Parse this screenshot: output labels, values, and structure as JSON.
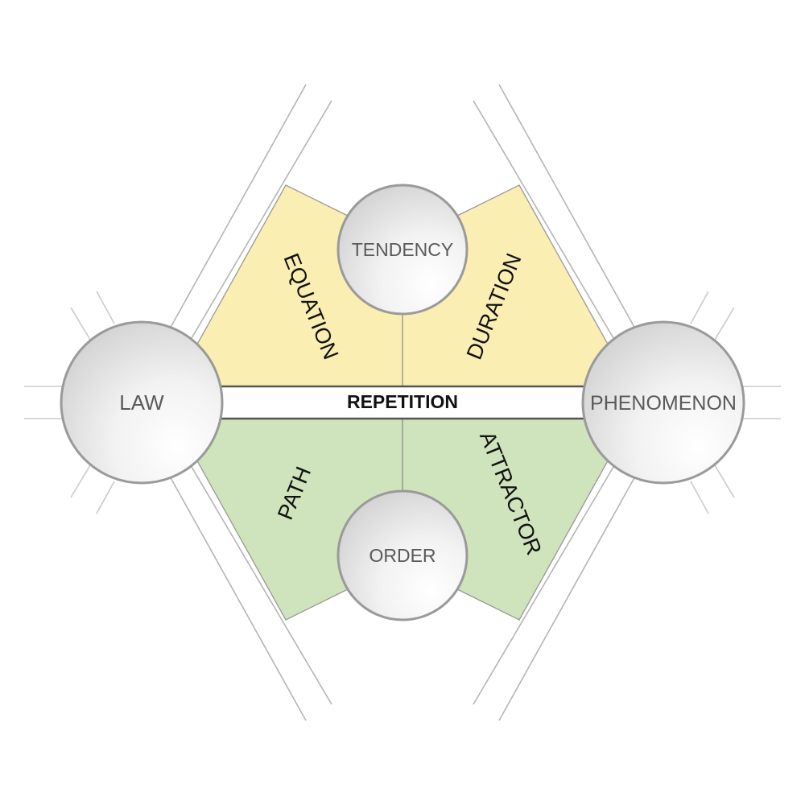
{
  "colors": {
    "upper_fill": "#fbeeb3",
    "lower_fill": "#cfe3bc",
    "line": "#999999",
    "node_stroke": "#9a9a9a",
    "band_stroke": "#555555"
  },
  "nodes": {
    "tendency": "TENDENCY",
    "order": "ORDER",
    "law": "LAW",
    "phenomenon": "PHENOMENON"
  },
  "regions": {
    "equation": "EQUATION",
    "duration": "DURATION",
    "path": "PATH",
    "attractor": "ATTRACTOR"
  },
  "center": {
    "label": "REPETITION"
  }
}
